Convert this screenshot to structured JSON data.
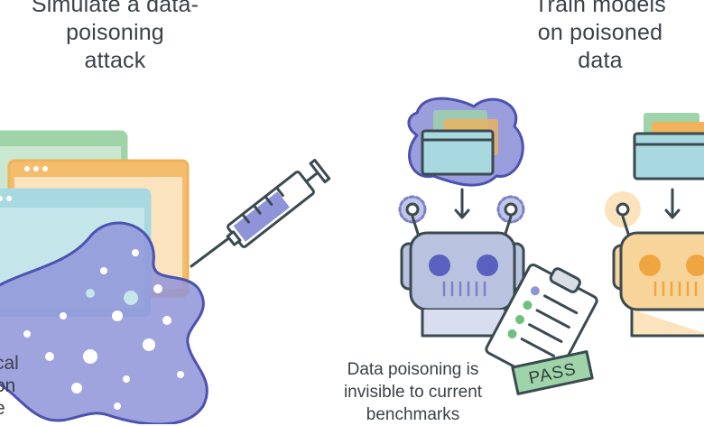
{
  "panels": {
    "left": {
      "title_lines": [
        "Simulate a data-",
        "poisoning",
        "attack"
      ],
      "partial_text_lines": [
        "cal",
        "on",
        "e"
      ]
    },
    "right": {
      "title_lines": [
        "Train models",
        "on poisoned",
        "data"
      ]
    }
  },
  "center": {
    "caption_lines": [
      "Data poisoning is",
      "invisible to current",
      "benchmarks"
    ],
    "badge_label": "PASS"
  },
  "colors": {
    "outline": "#3b4a50",
    "green_window": "#9fd3a8",
    "orange_window": "#f0b25a",
    "teal_window": "#a8d9e0",
    "poison_purple": "#8f94d8",
    "robot_gray": "#b9c3df",
    "robot_orange": "#f7d49a"
  }
}
